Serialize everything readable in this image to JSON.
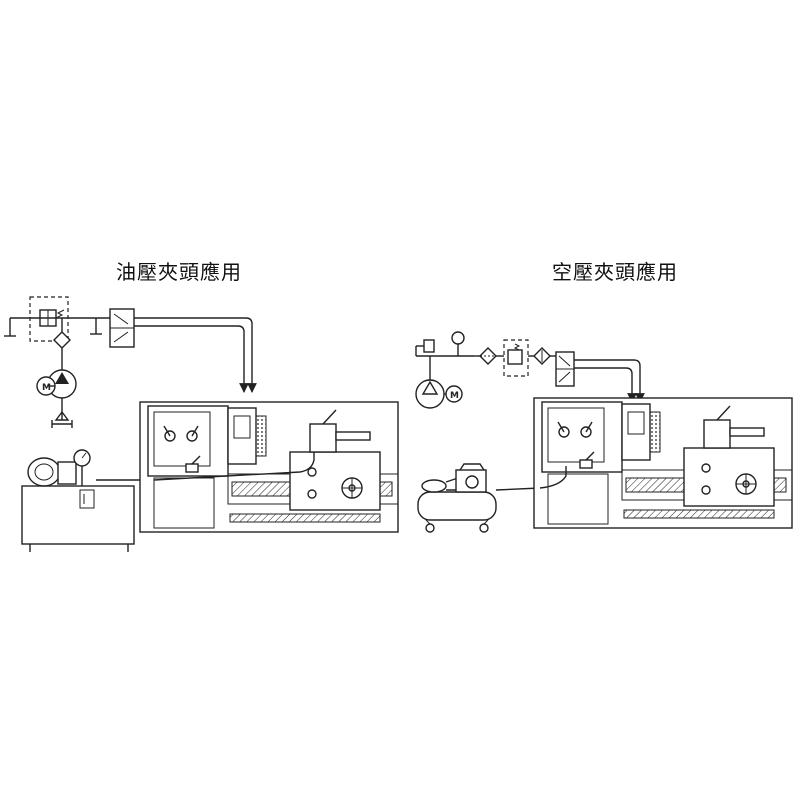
{
  "titles": {
    "hydraulic": "油壓夾頭應用",
    "pneumatic": "空壓夾頭應用"
  },
  "motor_symbol": "M",
  "colors": {
    "line": "#222222",
    "background": "#ffffff"
  }
}
